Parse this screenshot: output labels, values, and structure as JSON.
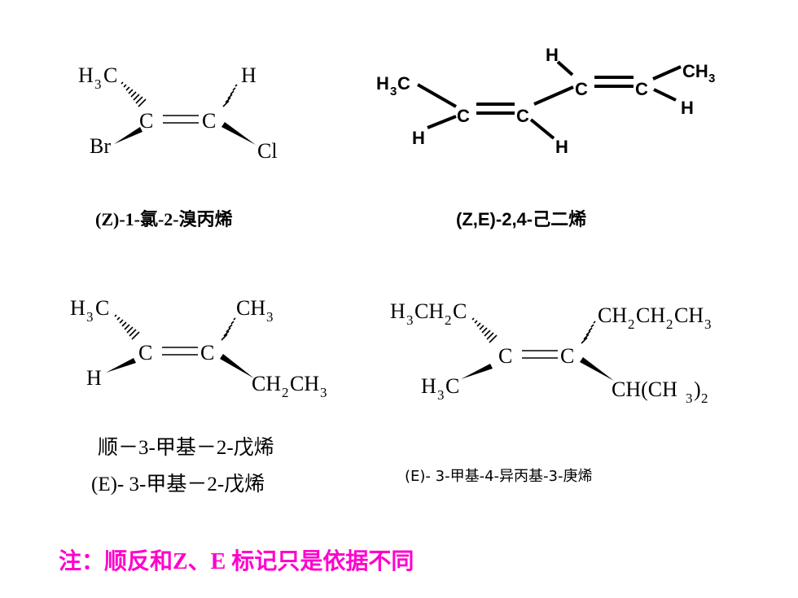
{
  "molecules": [
    {
      "atoms": {
        "left_top_a": "H",
        "left_top_b": "3",
        "left_top_c": "C",
        "c1": "C",
        "c2": "C",
        "right_top": "H",
        "left_bottom": "Br",
        "right_bottom": "Cl"
      },
      "caption": "(Z)-1-氯-2-溴丙烯"
    },
    {
      "atoms": {
        "ch3_left_a": "H",
        "ch3_left_b": "3",
        "ch3_left_c": "C",
        "h_lower_left": "H",
        "c1": "C",
        "c2": "C",
        "h_top": "H",
        "h_bottom": "H",
        "c3": "C",
        "c4": "C",
        "ch3_right_a": "CH",
        "ch3_right_b": "3",
        "h_right": "H"
      },
      "caption": "(Z,E)-2,4-己二烯"
    },
    {
      "atoms": {
        "left_top_a": "H",
        "left_top_b": "3",
        "left_top_c": "C",
        "c1": "C",
        "c2": "C",
        "right_top_a": "CH",
        "right_top_b": "3",
        "left_bottom": "H",
        "right_bottom_a": "CH",
        "right_bottom_b": "2",
        "right_bottom_c": "CH",
        "right_bottom_d": "3"
      },
      "caption_1": "顺－3-甲基－2-戊烯",
      "caption_2": "(E)- 3-甲基－2-戊烯"
    },
    {
      "atoms": {
        "left_top_a": "H",
        "left_top_b": "3",
        "left_top_c": "CH",
        "left_top_d": "2",
        "left_top_e": "C",
        "c1": "C",
        "c2": "C",
        "right_top_a": "CH",
        "right_top_b": "2",
        "right_top_c": "CH",
        "right_top_d": "2",
        "right_top_e": "CH",
        "right_top_f": "3",
        "left_bottom_a": "H",
        "left_bottom_b": "3",
        "left_bottom_c": "C",
        "right_bottom_a": "CH(CH",
        "right_bottom_b": "3",
        "right_bottom_c": ")",
        "right_bottom_d": "2"
      },
      "caption": "(E)- 3-甲基-4-异丙基-3-庚烯"
    }
  ],
  "note": {
    "text": "注：顺反和Z、E 标记只是依据不同",
    "color": "#ff00cc"
  }
}
